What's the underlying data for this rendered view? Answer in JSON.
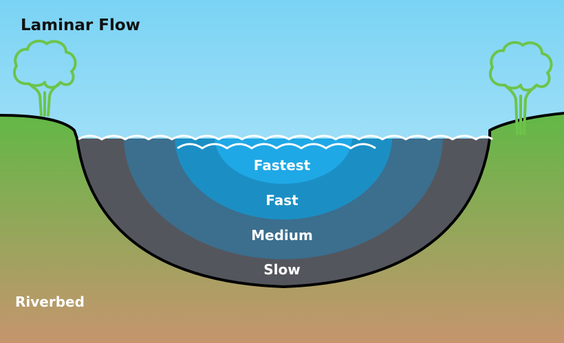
{
  "title": "Laminar Flow",
  "zones": [
    {
      "label": "Fastest",
      "color": "#1fa8e6"
    },
    {
      "label": "Fast",
      "color": "#1b8fc4"
    },
    {
      "label": "Medium",
      "color": "#3c6e8e"
    },
    {
      "label": "Slow",
      "color": "#54565d"
    }
  ],
  "ground_label": "Riverbed",
  "colors": {
    "sky_top": "#7ad3f4",
    "sky_bottom": "#d2f0fc",
    "grass": "#61b846",
    "soil": "#c6956e",
    "tree": "#6cc44a",
    "outline": "#000000",
    "wave": "#ffffff"
  }
}
